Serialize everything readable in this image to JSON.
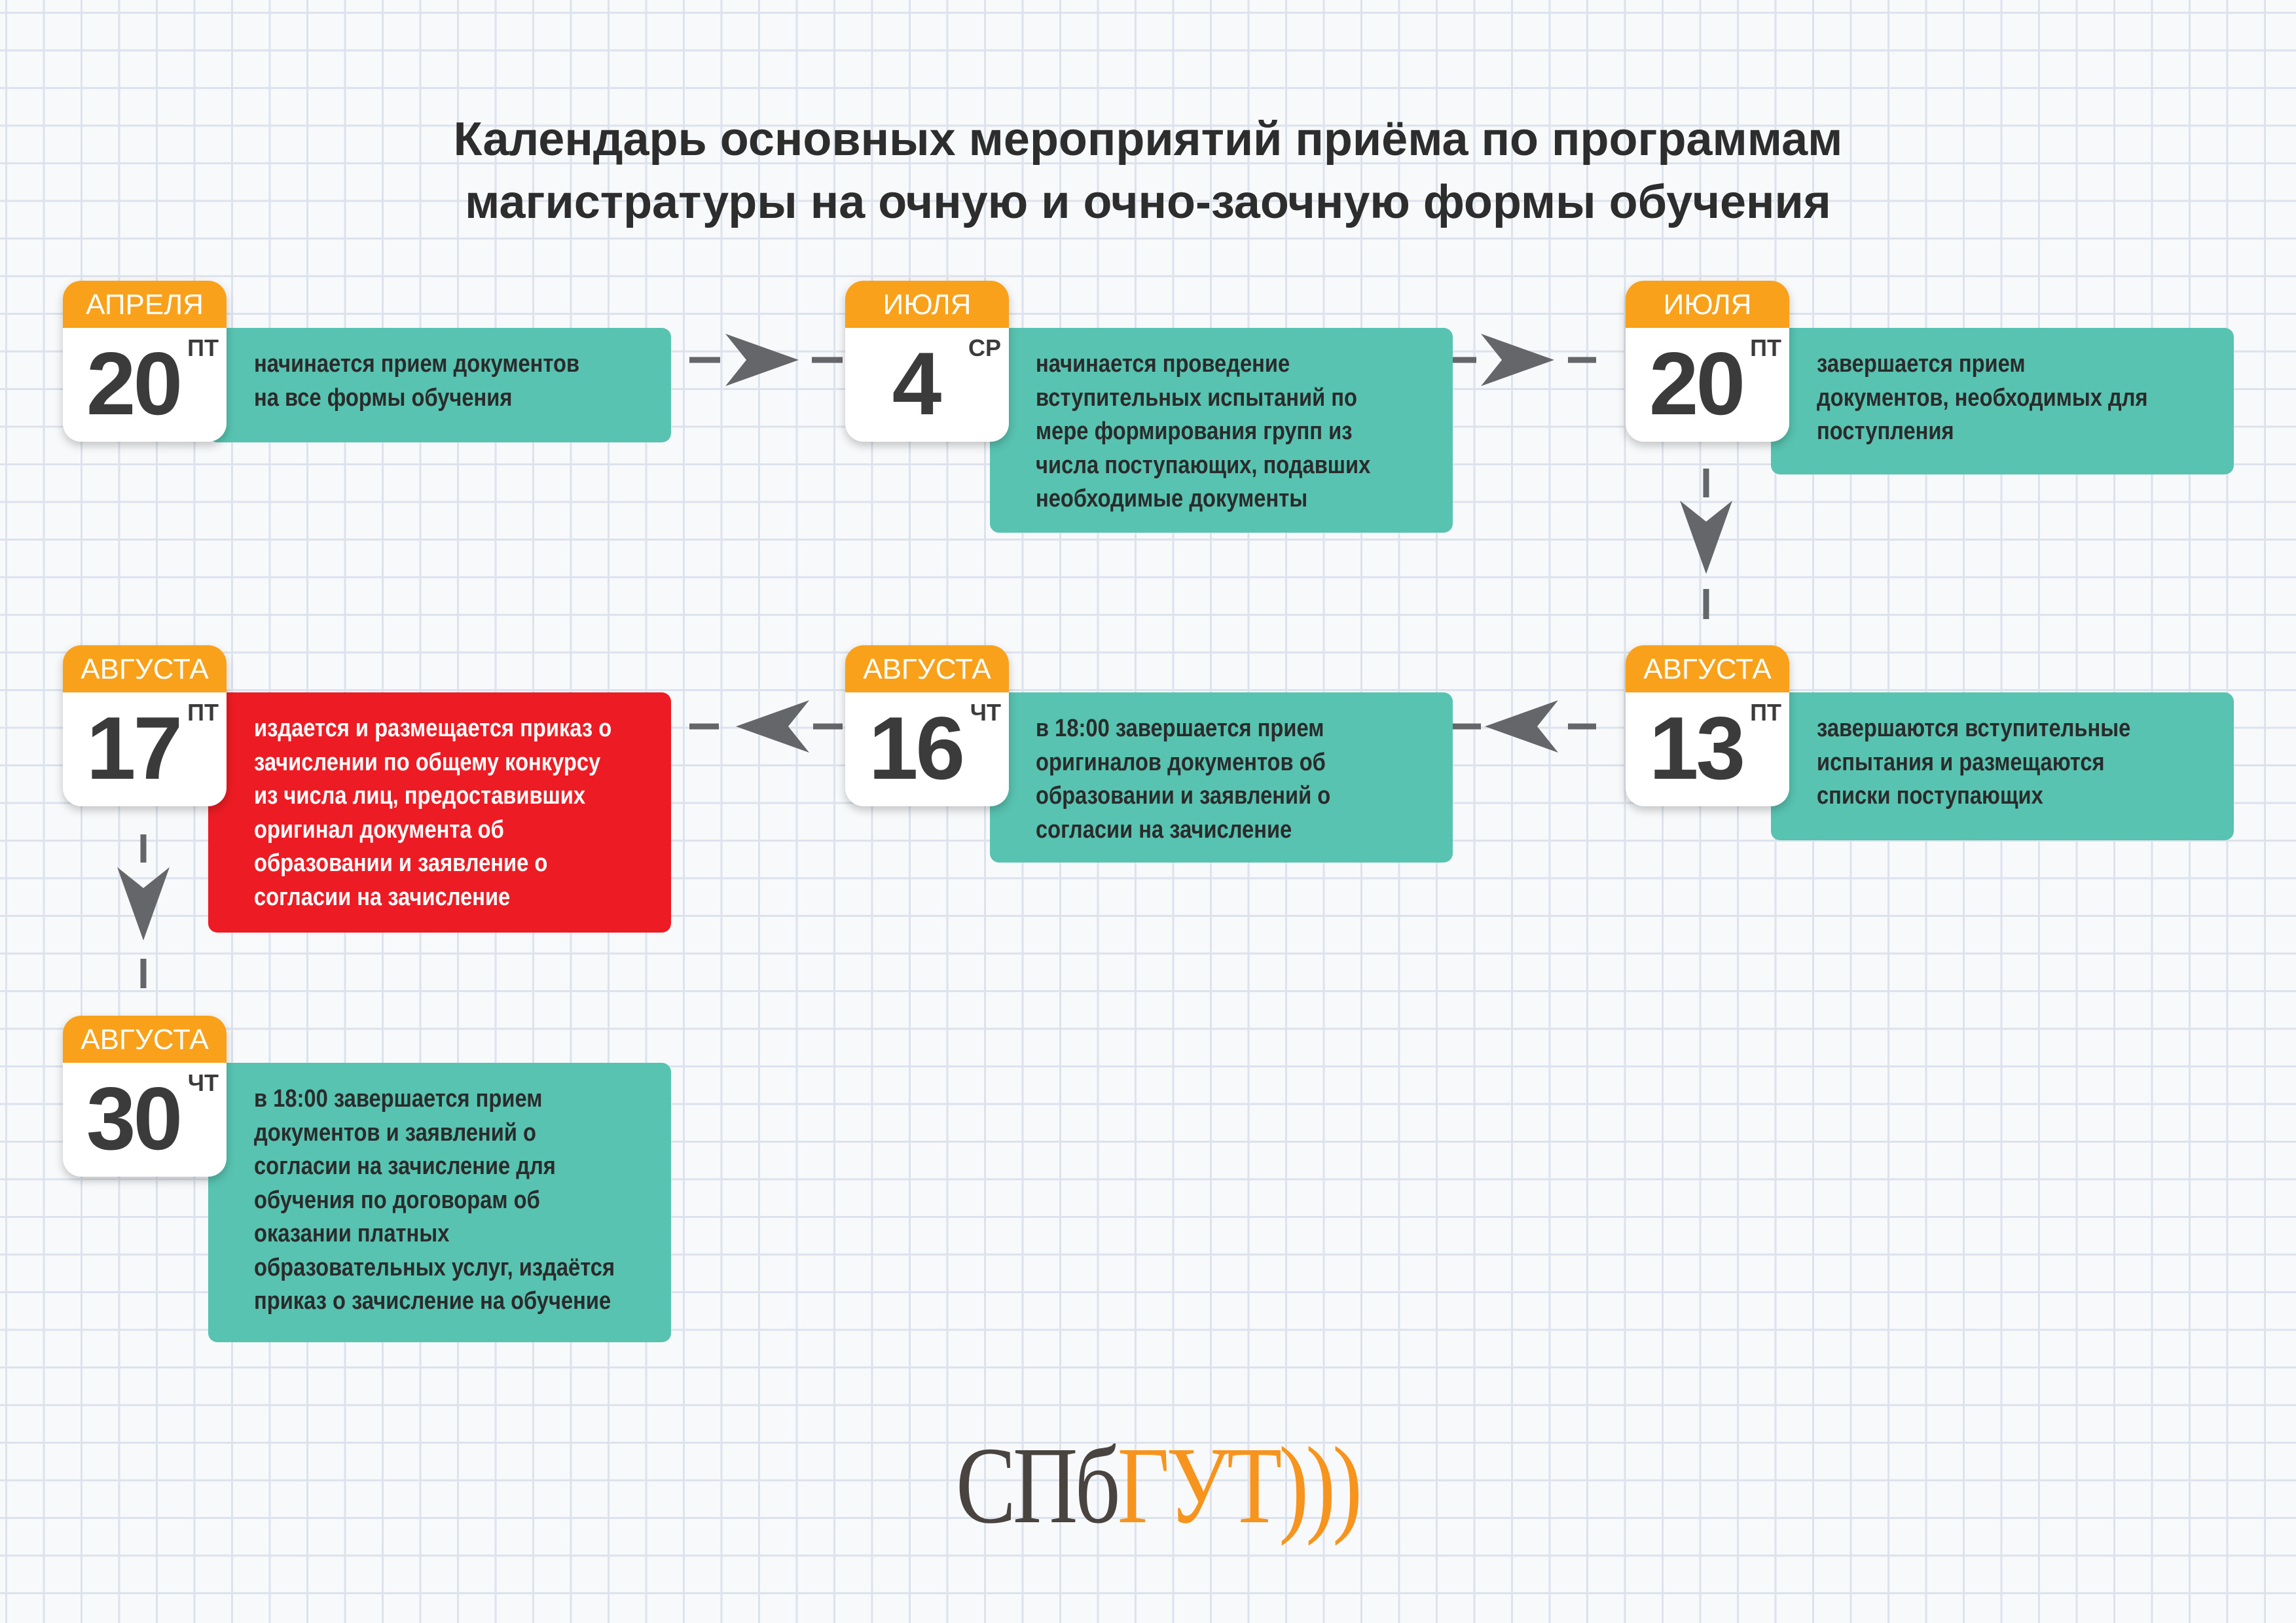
{
  "title": {
    "line1": "Календарь основных мероприятий приёма по программам",
    "line2": "магистратуры на очную и очно-заочную формы обучения"
  },
  "colors": {
    "teal": "#58c3b1",
    "red": "#ed1c24",
    "orange": "#f9a11b",
    "arrow": "#646669"
  },
  "events": [
    {
      "month": "АПРЕЛЯ",
      "day": "20",
      "weekday": "ПТ",
      "text": "начинается прием документов\nна все формы обучения"
    },
    {
      "month": "ИЮЛЯ",
      "day": "4",
      "weekday": "СР",
      "text": "начинается проведение\nвступительных испытаний по\nмере формирования групп из\nчисла поступающих, подавших\nнеобходимые документы"
    },
    {
      "month": "ИЮЛЯ",
      "day": "20",
      "weekday": "ПТ",
      "text": "завершается прием\nдокументов, необходимых для\nпоступления"
    },
    {
      "month": "АВГУСТА",
      "day": "13",
      "weekday": "ПТ",
      "text": "завершаются вступительные\nиспытания и размещаются\nсписки поступающих"
    },
    {
      "month": "АВГУСТА",
      "day": "16",
      "weekday": "ЧТ",
      "text": "в 18:00 завершается прием\nоригиналов документов об\nобразовании и заявлений о\nсогласии на зачисление"
    },
    {
      "month": "АВГУСТА",
      "day": "17",
      "weekday": "ПТ",
      "text": "издается и размещается приказ о\nзачислении по общему конкурсу\nиз числа лиц, предоставивших\nоригинал документа об\nобразовании и заявление о\nсогласии на зачисление"
    },
    {
      "month": "АВГУСТА",
      "day": "30",
      "weekday": "ЧТ",
      "text": "в 18:00 завершается прием\nдокументов и заявлений о\nсогласии на зачисление для\nобучения по договорам об\nоказании платных\nобразовательных услуг, издаётся\nприказ о зачисление на обучение"
    }
  ],
  "logo": {
    "part1": "СПб",
    "part2": "ГУТ",
    "waves": ")))"
  }
}
